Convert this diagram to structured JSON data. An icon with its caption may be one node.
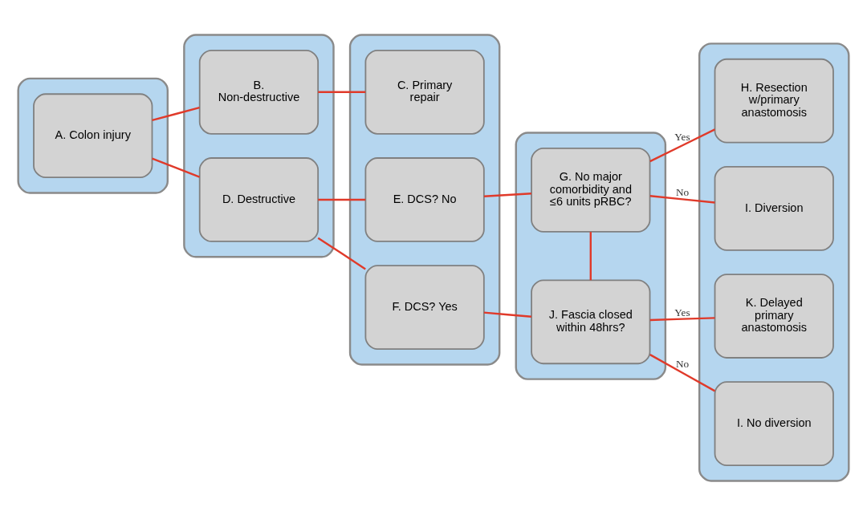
{
  "diagram": {
    "nodes": [
      {
        "text": [],
        "shape": "box"
      },
      {
        "text": [
          "A. Colon injury"
        ],
        "in": 0
      },
      {
        "text": [],
        "shape": "box"
      },
      {
        "text": [
          "B. Non-destructive"
        ],
        "in": 2
      },
      {
        "text": [
          "D. Destructive"
        ],
        "in": 2
      },
      {
        "text": [],
        "shape": "box"
      },
      {
        "text": [
          "C. Primary repair"
        ],
        "in": 5
      },
      {
        "text": [
          "E. DCS? No"
        ],
        "in": 5
      },
      {
        "text": [
          "F. DCS? Yes"
        ],
        "in": 5
      },
      {
        "text": [],
        "shape": "box"
      },
      {
        "text": [
          "G. No major comorbidity and ≤6 units pRBC?"
        ],
        "in": 9
      },
      {
        "text": [
          "J. Fascia closed within 48hrs?"
        ],
        "in": 9
      },
      {
        "text": [],
        "shape": "box"
      },
      {
        "text": [
          "H. Resection w/primary anastomosis"
        ],
        "in": 12
      },
      {
        "text": [
          "I. Diversion"
        ],
        "in": 12
      },
      {
        "text": [
          "K. Delayed primary anastomosis"
        ],
        "in": 12
      },
      {
        "text": [
          "I. No diversion"
        ],
        "in": 12
      }
    ],
    "edges": [
      {
        "from": 1,
        "to": 3,
        "arrow": "none"
      },
      {
        "from": 1,
        "to": 4,
        "arrow": "none"
      },
      {
        "from": 3,
        "to": 6,
        "arrow": "none"
      },
      {
        "from": 4,
        "to": 7,
        "arrow": "none"
      },
      {
        "from": 4,
        "to": 8,
        "arrow": "none"
      },
      {
        "from": 7,
        "to": 10,
        "arrow": "none"
      },
      {
        "from": 8,
        "to": 11,
        "arrow": "none"
      },
      {
        "from": 10,
        "to": 11,
        "arrow": "none"
      },
      {
        "from": 10,
        "to": 13,
        "arrow": "none",
        "label": "Yes"
      },
      {
        "from": 10,
        "to": 14,
        "arrow": "none",
        "label": "No"
      },
      {
        "from": 11,
        "to": 15,
        "arrow": "none",
        "label": "Yes"
      },
      {
        "from": 11,
        "to": 16,
        "arrow": "none",
        "label": "No"
      }
    ]
  }
}
